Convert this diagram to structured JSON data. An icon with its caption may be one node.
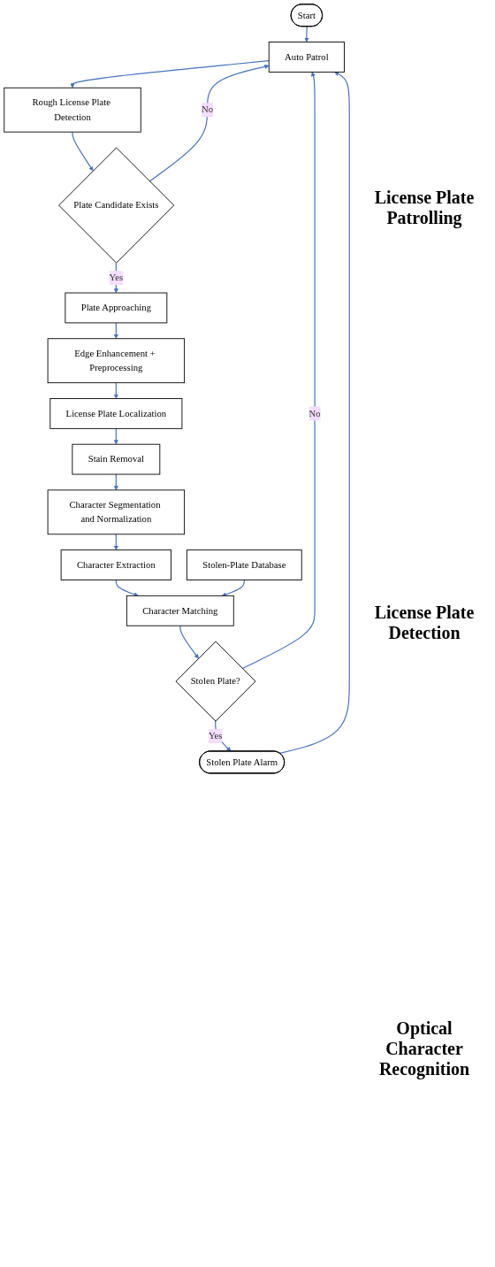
{
  "diagram": {
    "nodes": [
      {
        "text": [
          "Start"
        ]
      },
      {
        "text": [
          "Auto Patrol"
        ]
      },
      {
        "text": [
          "Rough License Plate Detection"
        ]
      },
      {
        "text": [
          "Plate Candidate Exists"
        ]
      },
      {
        "text": [
          "Plate Approaching"
        ]
      },
      {
        "text": [
          "Edge Enhancement + Preprocessing"
        ]
      },
      {
        "text": [
          "License Plate Localization"
        ]
      },
      {
        "text": [
          "Stain Removal"
        ]
      },
      {
        "text": [
          "Character Segmentation and Normalization"
        ]
      },
      {
        "text": [
          "Character Extraction"
        ]
      },
      {
        "text": [
          "Character Matching"
        ]
      },
      {
        "text": [
          "Stolen-Plate Database"
        ]
      },
      {
        "text": [
          "Stolen Plate?"
        ]
      },
      {
        "text": [
          "Stolen Plate Alarm"
        ]
      }
    ],
    "edges": [
      {
        "from": 0,
        "to": 1,
        "arrow": "to"
      },
      {
        "from": 1,
        "to": 2,
        "arrow": "to"
      },
      {
        "from": 2,
        "to": 3,
        "arrow": "to"
      },
      {
        "from": 3,
        "to": 1,
        "arrow": "to",
        "label": "No"
      },
      {
        "from": 3,
        "to": 4,
        "arrow": "to",
        "label": "Yes"
      },
      {
        "from": 4,
        "to": 5,
        "arrow": "to"
      },
      {
        "from": 5,
        "to": 6,
        "arrow": "to"
      },
      {
        "from": 6,
        "to": 7,
        "arrow": "to"
      },
      {
        "from": 7,
        "to": 8,
        "arrow": "to"
      },
      {
        "from": 8,
        "to": 9,
        "arrow": "to"
      },
      {
        "from": 9,
        "to": 10,
        "arrow": "to"
      },
      {
        "from": 11,
        "to": 10,
        "arrow": "to"
      },
      {
        "from": 10,
        "to": 12,
        "arrow": "to"
      },
      {
        "from": 12,
        "to": 1,
        "arrow": "to",
        "label": "No"
      },
      {
        "from": 12,
        "to": 13,
        "arrow": "to",
        "label": "Yes"
      },
      {
        "from": 13,
        "to": 1,
        "arrow": "to"
      }
    ],
    "labels": [
      "License Plate Patrolling",
      "License Plate Detection",
      "Optical Character Recognition"
    ]
  }
}
